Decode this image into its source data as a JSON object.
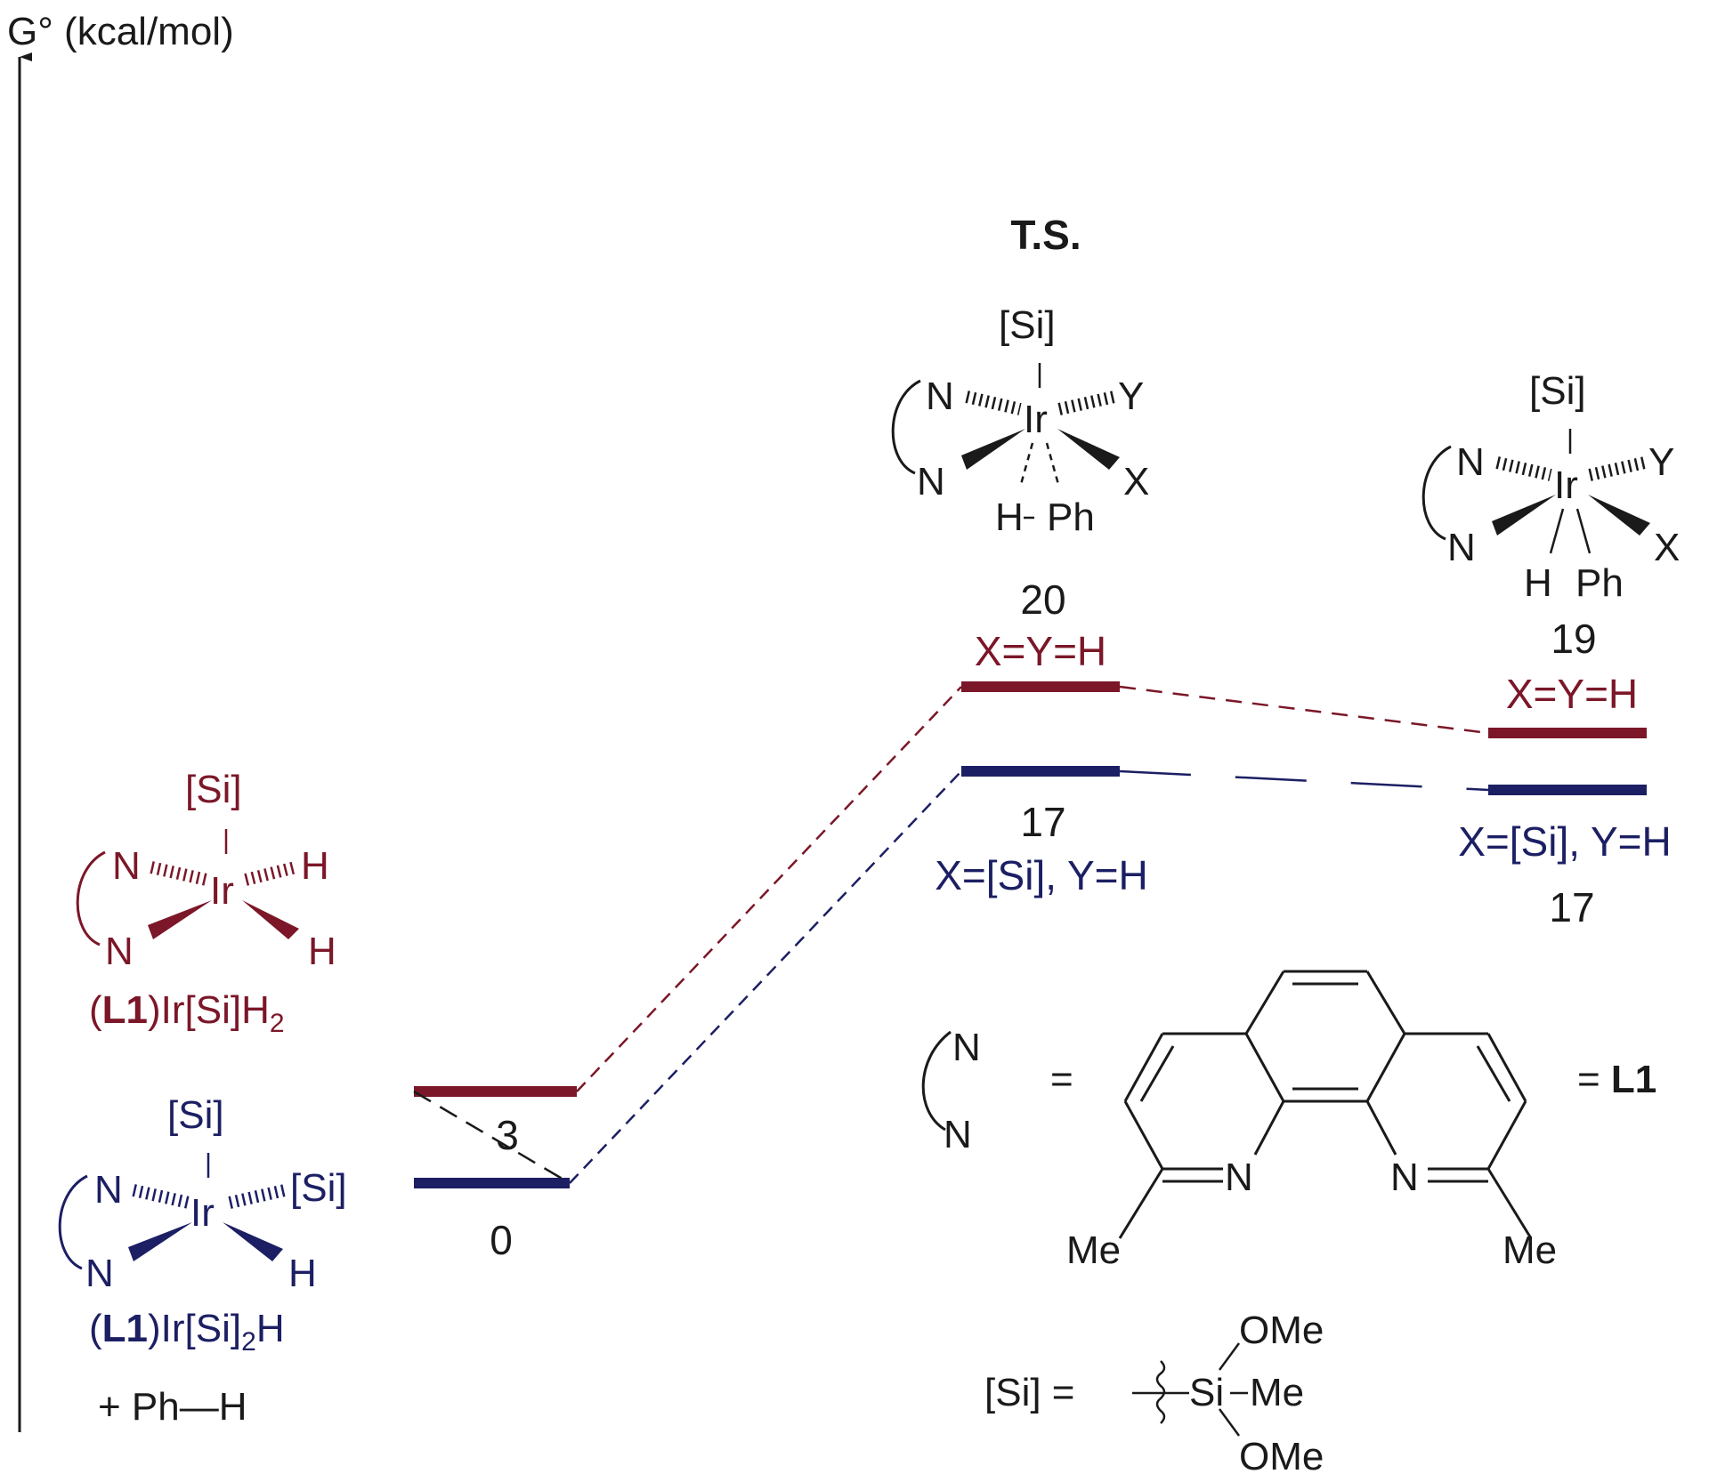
{
  "axis": {
    "label": "G° (kcal/mol)"
  },
  "colors": {
    "red_pathway": "#7b1728",
    "blue_pathway": "#1c1f63",
    "black": "#1a1a1a"
  },
  "levels": {
    "start_blue_value": "0",
    "start_red_value": "3",
    "ts_label": "T.S.",
    "ts_red_value": "20",
    "ts_red_sub": "X=Y=H",
    "ts_blue_value": "17",
    "ts_blue_sub": "X=[Si], Y=H",
    "prod_red_value": "19",
    "prod_red_sub": "X=Y=H",
    "prod_blue_sub": "X=[Si], Y=H",
    "prod_blue_value": "17"
  },
  "structures": {
    "red_complex": {
      "si": "[Si]",
      "n1": "N",
      "ir": "Ir",
      "h1": "H",
      "n2": "N",
      "h2": "H",
      "label_open": "(",
      "label_l1": "L1",
      "label_rest": ")Ir[Si]H",
      "label_sub": "2"
    },
    "blue_complex": {
      "si_top": "[Si]",
      "n1": "N",
      "ir": "Ir",
      "si_right": "[Si]",
      "n2": "N",
      "h": "H",
      "label_open": "(",
      "label_l1": "L1",
      "label_mid": ")Ir[Si]",
      "label_sub": "2",
      "label_end": "H",
      "benzene": "+ Ph—H"
    },
    "ts_complex": {
      "si": "[Si]",
      "n1": "N",
      "ir": "Ir",
      "y": "Y",
      "n2": "N",
      "x": "X",
      "h": "H",
      "ph": "Ph"
    },
    "product_complex": {
      "si": "[Si]",
      "n1": "N",
      "ir": "Ir",
      "y": "Y",
      "n2": "N",
      "x": "X",
      "h": "H",
      "ph": "Ph"
    }
  },
  "ligand_legend": {
    "n_top": "N",
    "n_bottom": "N",
    "equals": "=",
    "n_left": "N",
    "n_right": "N",
    "me_left": "Me",
    "me_right": "Me",
    "equals_l1": "= ",
    "l1": "L1"
  },
  "si_legend": {
    "label": "[Si] =",
    "si": "Si",
    "ome_top": "OMe",
    "me": "Me",
    "ome_bottom": "OMe"
  }
}
